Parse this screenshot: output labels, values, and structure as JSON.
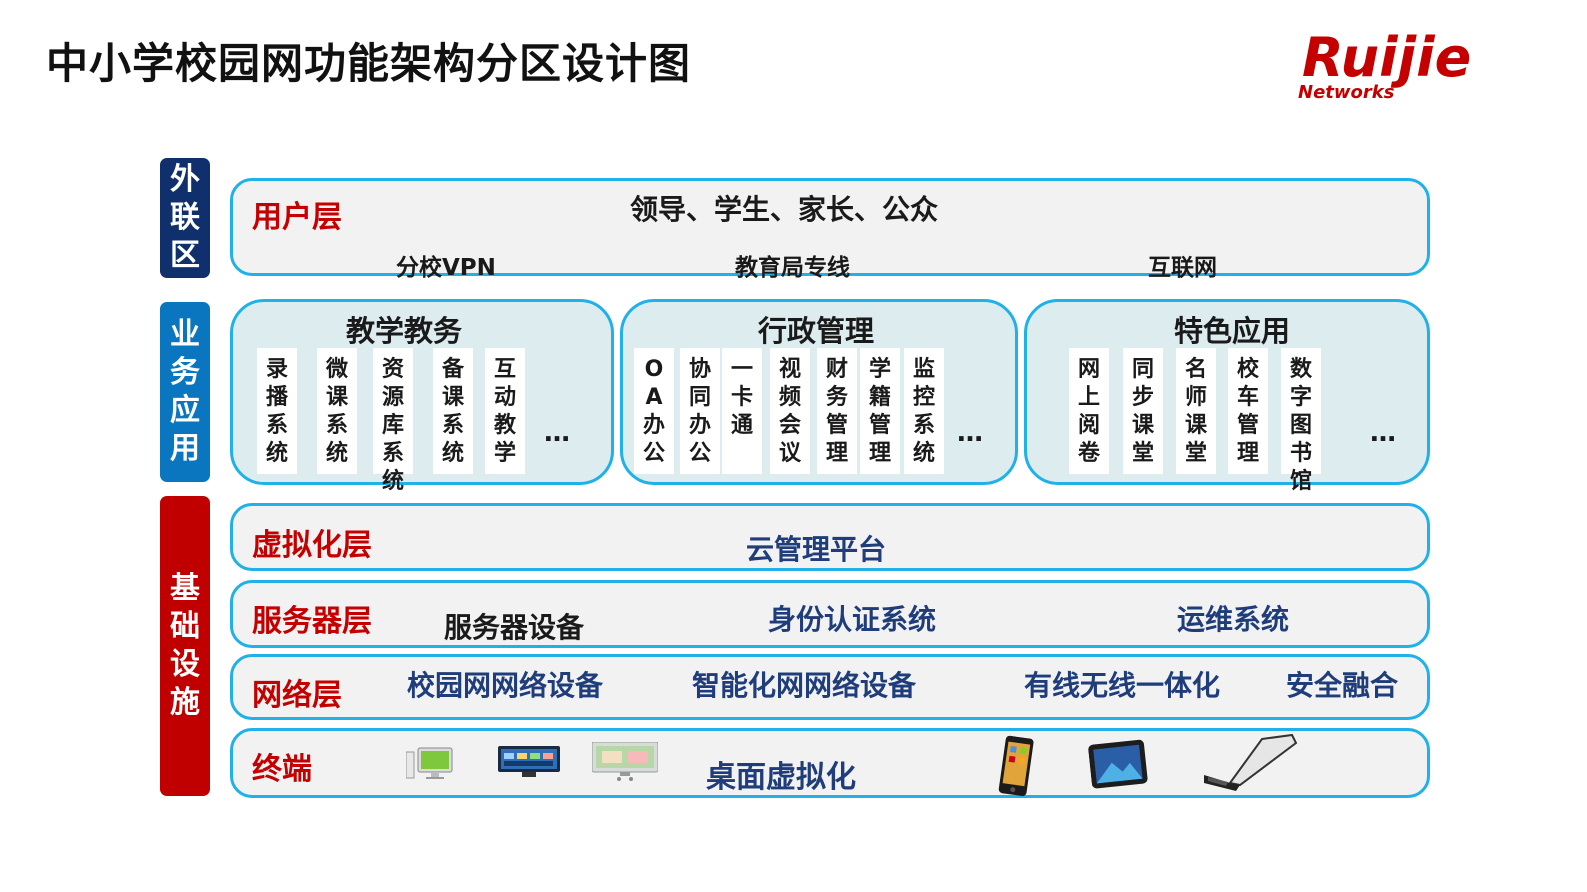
{
  "title": "中小学校园网功能架构分区设计图",
  "brand": {
    "name": "Ruijie",
    "sub": "Networks",
    "color": "#c40000"
  },
  "zones": {
    "external": "外联区",
    "business": "业务应用",
    "infrastructure": "基础设施"
  },
  "user_layer": {
    "label": "用户层",
    "headline": "领导、学生、家长、公众",
    "channels": [
      "分校VPN",
      "教育局专线",
      "互联网"
    ]
  },
  "panels": [
    {
      "title": "教学教务",
      "items": [
        "录播系统",
        "微课系统",
        "资源库系统",
        "备课系统",
        "互动教学"
      ],
      "more": "…"
    },
    {
      "title": "行政管理",
      "items": [
        "OA办公",
        "协同办公",
        "一卡通",
        "视频会议",
        "财务管理",
        "学籍管理",
        "监控系统"
      ],
      "more": "…"
    },
    {
      "title": "特色应用",
      "items": [
        "网上阅卷",
        "同步课堂",
        "名师课堂",
        "校车管理",
        "数字图书馆"
      ],
      "more": "…"
    }
  ],
  "virtual_layer": {
    "label": "虚拟化层",
    "items": [
      "云管理平台"
    ]
  },
  "server_layer": {
    "label": "服务器层",
    "items": [
      "服务器设备",
      "身份认证系统",
      "运维系统"
    ]
  },
  "network_layer": {
    "label": "网络层",
    "items": [
      "校园网网络设备",
      "智能化网网络设备",
      "有线无线一体化",
      "安全融合"
    ]
  },
  "terminal_layer": {
    "label": "终端",
    "items": [
      "桌面虚拟化"
    ]
  },
  "colors": {
    "accent_blue": "#1fb1e8",
    "label_red": "#c40000",
    "zone_navy": "#10306d",
    "zone_blue": "#0b76c0",
    "zone_red": "#c00000"
  }
}
